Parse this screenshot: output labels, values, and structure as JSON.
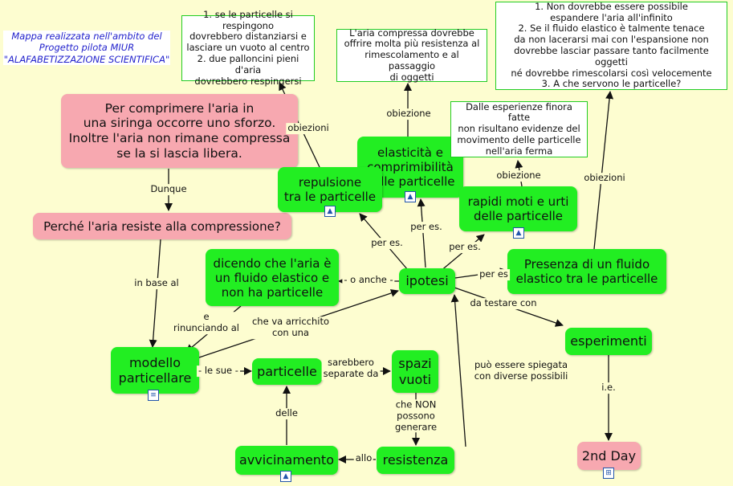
{
  "note": "Mappa realizzata nell'ambito del\nProgetto pilota MIUR\n\"ALAFABETIZZAZIONE SCIENTIFICA\"",
  "nodes": {
    "siringa": "Per comprimere l'aria in\nuna siringa occorre uno sforzo.\nInoltre l'aria non rimane compressa\nse la si lascia libera.",
    "perche": "Perché l'aria resiste alla compressione?",
    "repulsione": "repulsione\ntra le particelle",
    "elasticita": "elasticità e\ncomprimibilità\ndelle particelle",
    "moti": "rapidi moti e urti\ndelle particelle",
    "fluido_elastico": "dicendo che l'aria è\nun fluido elastico e\nnon ha particelle",
    "ipotesi": "ipotesi",
    "presenza_fluido": "Presenza di un fluido\nelastico tra le particelle",
    "modello": "modello\nparticellare",
    "particelle": "particelle",
    "spazi": "spazi\nvuoti",
    "esperimenti": "esperimenti",
    "avvicinamento": "avvicinamento",
    "resistenza": "resistenza",
    "second_day": "2nd Day",
    "box_respingono": "1. se le particelle si respingono\ndovrebbero distanziarsi e\nlasciare un vuoto al centro\n2. due palloncini pieni d'aria\ndovrebbero respingersi",
    "box_compressa": "L'aria compressa dovrebbe\noffrire molta più resistenza al\nrimescolamento e al passaggio\ndi oggetti",
    "box_esperienze": "Dalle esperienze finora fatte\nnon risultano evidenze del\nmovimento delle particelle\nnell'aria ferma",
    "box_obiezioni_fluido": "1. Non dovrebbe essere possibile\nespandere l'aria all'infinito\n2. Se il fluido elastico è talmente tenace\nda non lacerarsi mai con l'espansione non\ndovrebbe lasciar passare tanto facilmente oggetti\nné dovrebbe rimescolarsi così velocemente\n3. A che servono le particelle?"
  },
  "labels": {
    "dunque": "Dunque",
    "in_base_al": "in base al",
    "e_rinunciando": "e\nrinunciando al",
    "che_va_arricchito": "che va arricchito\ncon una",
    "o_anche": "- o anche -",
    "le_sue": "- le sue -",
    "sarebbero_separate": "sarebbero\nseparate da",
    "per_es_1": "per es.",
    "per_es_2": "per es.",
    "per_es_3": "per es.",
    "per_es_4": "per es",
    "da_testare": "da testare con",
    "obiezione_1": "obiezione",
    "obiezione_2": "obiezione",
    "obiezioni_1": "obiezioni",
    "obiezioni_2": "obiezioni",
    "ie": "i.e.",
    "puo_essere": "può essere spiegata\ncon diverse possibili",
    "che_non": "che NON\npossono\ngenerare",
    "delle": "delle",
    "allo": "allo"
  }
}
